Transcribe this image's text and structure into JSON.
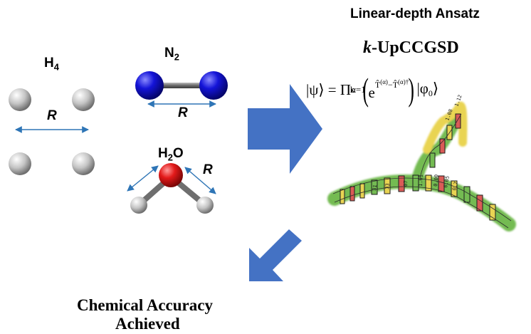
{
  "molecules": {
    "h4": {
      "name": "H",
      "subscript": "4",
      "distance_label": "R"
    },
    "n2": {
      "name": "N",
      "subscript": "2",
      "distance_label": "R"
    },
    "h2o": {
      "name_pre": "H",
      "subscript": "2",
      "name_post": "O",
      "distance_label": "R"
    }
  },
  "ansatz": {
    "title": "Linear-depth Ansatz",
    "method_prefix": "k",
    "method_suffix": "-UpCCGSD",
    "equation": "|ψ⟩ = Π_{α=1}^{k} ( e^{T̂^(α) − T̂^(α)†} ) |φ₀⟩"
  },
  "circuit_gate_labels": [
    "1.12",
    "1.08",
    "0.7",
    "0.05",
    "0.00",
    "1.61",
    "07",
    "33",
    "31"
  ],
  "result": {
    "line1": "Chemical Accuracy",
    "line2": "Achieved"
  },
  "colors": {
    "hydrogen": "#c8c8c8",
    "nitrogen": "#1a1acc",
    "oxygen": "#e01414",
    "arrow": "#4472c4",
    "dim_arrow": "#2e75b6",
    "circuit_green": "#6db84a",
    "circuit_yellow": "#e8d24a",
    "circuit_red": "#d9534f"
  }
}
